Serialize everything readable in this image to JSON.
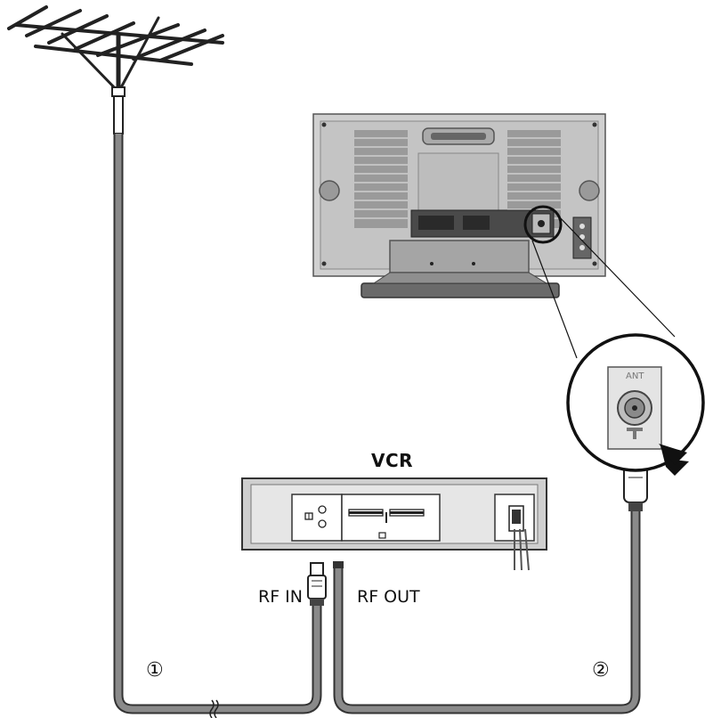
{
  "labels": {
    "vcr": "VCR",
    "rf_in": "RF IN",
    "rf_out": "RF OUT",
    "step_1": "①",
    "step_2": "②",
    "ant": "ANT"
  },
  "icons": {
    "antenna": "antenna-icon",
    "tv": "tv-rear-panel-icon",
    "vcr": "vcr-rear-panel-icon",
    "arrow": "arrow-icon"
  },
  "colors": {
    "cable": "#7a7a7a",
    "device_body": "#cfcfcf",
    "line": "#111111"
  }
}
